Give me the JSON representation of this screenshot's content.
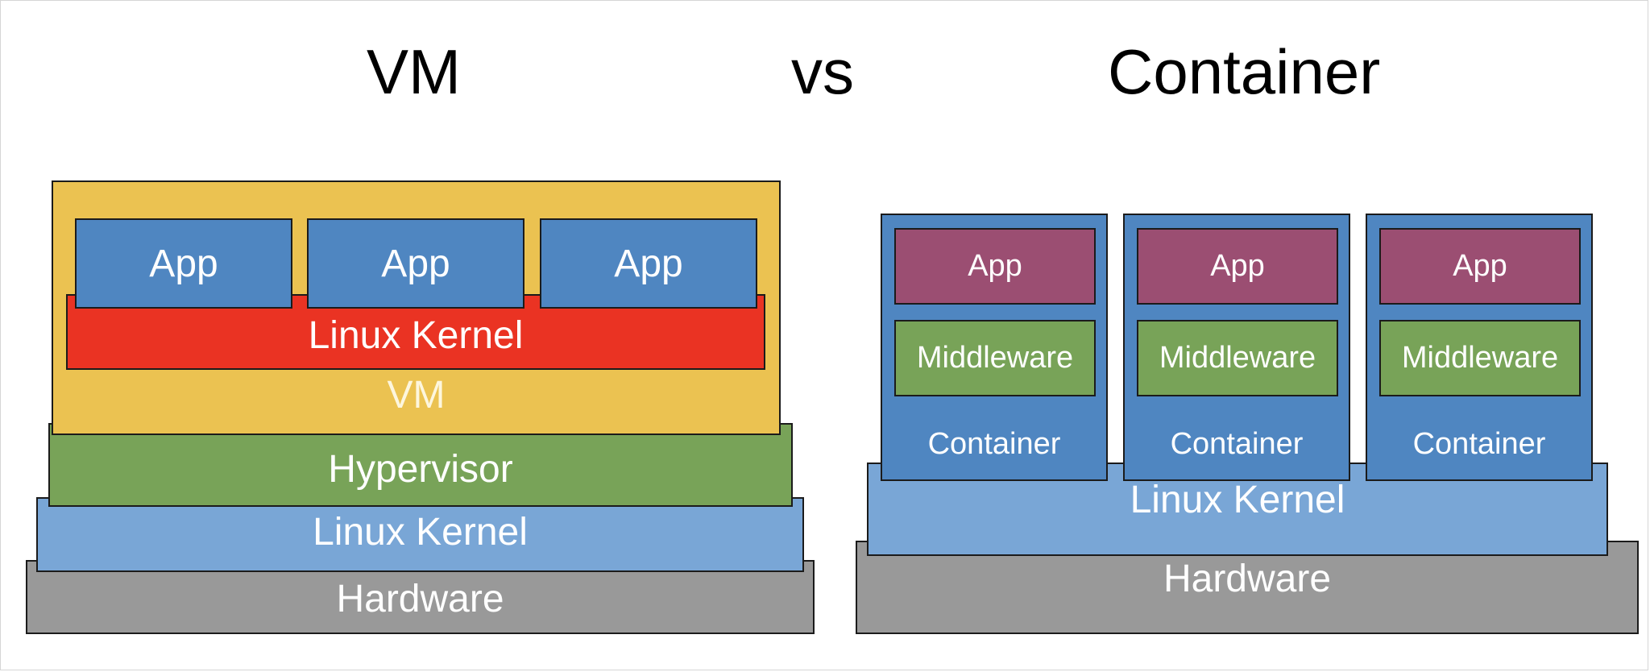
{
  "titles": {
    "left": "VM",
    "middle": "vs",
    "right": "Container"
  },
  "vm_diagram": {
    "apps": [
      "App",
      "App",
      "App"
    ],
    "guest_kernel": "Linux Kernel",
    "vm_label": "VM",
    "hypervisor": "Hypervisor",
    "host_kernel": "Linux Kernel",
    "hardware": "Hardware"
  },
  "container_diagram": {
    "containers": [
      {
        "app": "App",
        "middleware": "Middleware",
        "label": "Container"
      },
      {
        "app": "App",
        "middleware": "Middleware",
        "label": "Container"
      },
      {
        "app": "App",
        "middleware": "Middleware",
        "label": "Container"
      }
    ],
    "kernel": "Linux Kernel",
    "hardware": "Hardware"
  },
  "colors": {
    "vm_yellow": "#EBC251",
    "app_blue": "#4F86C1",
    "kernel_red": "#EA3323",
    "hypervisor_green": "#78A358",
    "host_kernel_lightblue": "#79A6D6",
    "hardware_gray": "#999999",
    "app_purple": "#9B4E72",
    "middleware_green": "#78A358"
  }
}
